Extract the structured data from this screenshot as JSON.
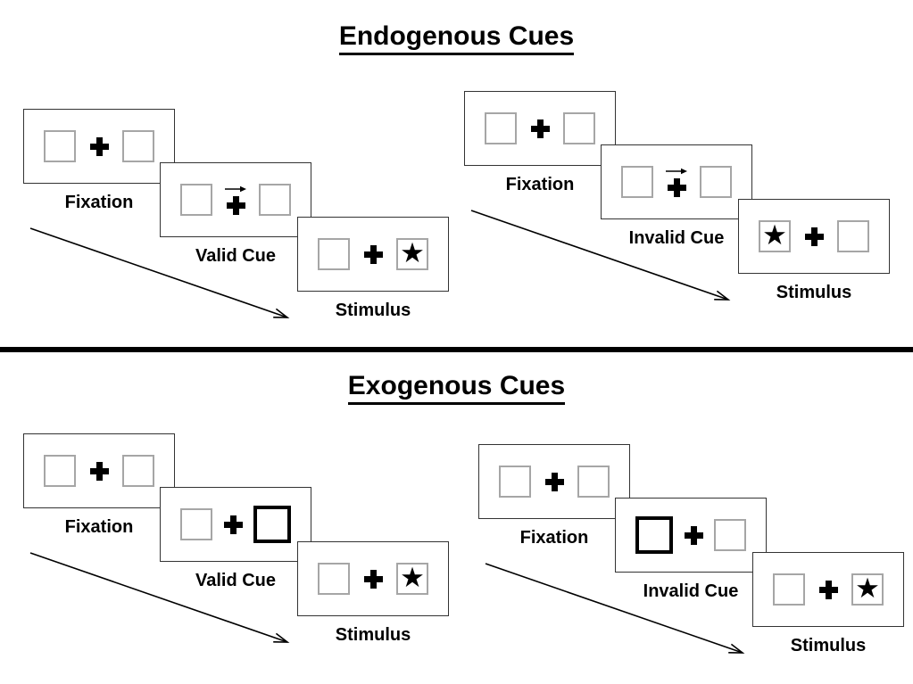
{
  "figure": {
    "description_labels": {
      "fixation": "Fixation",
      "valid_cue": "Valid Cue",
      "invalid_cue": "Invalid Cue",
      "stimulus": "Stimulus"
    }
  },
  "icons": {
    "star": "★",
    "fixation_cross": "plus-shape",
    "cue_arrow": "right-arrow",
    "sequence_arrow": "diagonal-down-right-arrow"
  },
  "colors": {
    "background": "#ffffff",
    "ink": "#000000",
    "panel_border": "#333333",
    "placeholder_box_border": "#a6a6a6",
    "highlight_box_border": "#000000",
    "divider": "#000000"
  },
  "sections": [
    {
      "id": "endogenous",
      "title": "Endogenous Cues",
      "groups": [
        {
          "id": "endo-valid",
          "panels": [
            {
              "label": "Fixation",
              "left_box": "empty",
              "right_box": "empty",
              "center": "plus"
            },
            {
              "label": "Valid Cue",
              "left_box": "empty",
              "right_box": "empty",
              "center": "plus_cue_arrow"
            },
            {
              "label": "Stimulus",
              "left_box": "empty",
              "right_box": "star",
              "center": "plus"
            }
          ]
        },
        {
          "id": "endo-invalid",
          "panels": [
            {
              "label": "Fixation",
              "left_box": "empty",
              "right_box": "empty",
              "center": "plus"
            },
            {
              "label": "Invalid Cue",
              "left_box": "empty",
              "right_box": "empty",
              "center": "plus_cue_arrow"
            },
            {
              "label": "Stimulus",
              "left_box": "star",
              "right_box": "empty",
              "center": "plus"
            }
          ]
        }
      ]
    },
    {
      "id": "exogenous",
      "title": "Exogenous Cues",
      "groups": [
        {
          "id": "exo-valid",
          "panels": [
            {
              "label": "Fixation",
              "left_box": "empty",
              "right_box": "empty",
              "center": "plus"
            },
            {
              "label": "Valid Cue",
              "left_box": "empty",
              "right_box": "highlight",
              "center": "plus"
            },
            {
              "label": "Stimulus",
              "left_box": "empty",
              "right_box": "star",
              "center": "plus"
            }
          ]
        },
        {
          "id": "exo-invalid",
          "panels": [
            {
              "label": "Fixation",
              "left_box": "empty",
              "right_box": "empty",
              "center": "plus"
            },
            {
              "label": "Invalid Cue",
              "left_box": "highlight",
              "right_box": "empty",
              "center": "plus"
            },
            {
              "label": "Stimulus",
              "left_box": "empty",
              "right_box": "star",
              "center": "plus"
            }
          ]
        }
      ]
    }
  ]
}
